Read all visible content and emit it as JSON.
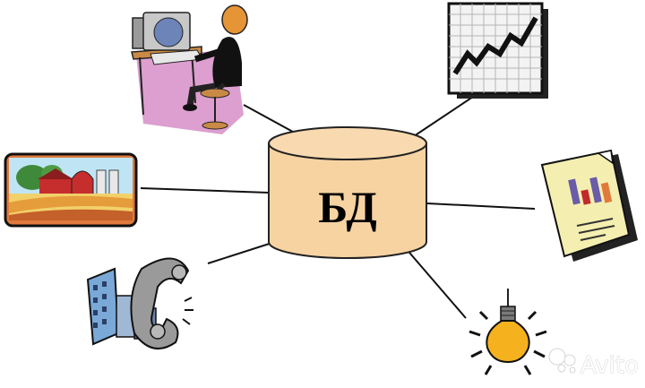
{
  "center": {
    "label": "БД",
    "fill": "#f7d3a2",
    "stroke": "#222222"
  },
  "watermark": {
    "text": "Avito"
  },
  "nodes": [
    {
      "name": "computer-user",
      "icon": "computer-user-icon"
    },
    {
      "name": "growth-chart",
      "icon": "line-chart-icon"
    },
    {
      "name": "farm",
      "icon": "farm-icon"
    },
    {
      "name": "report-document",
      "icon": "bar-chart-document-icon"
    },
    {
      "name": "city-telephone",
      "icon": "telephone-city-icon"
    },
    {
      "name": "idea-lightbulb",
      "icon": "lightbulb-icon"
    }
  ]
}
